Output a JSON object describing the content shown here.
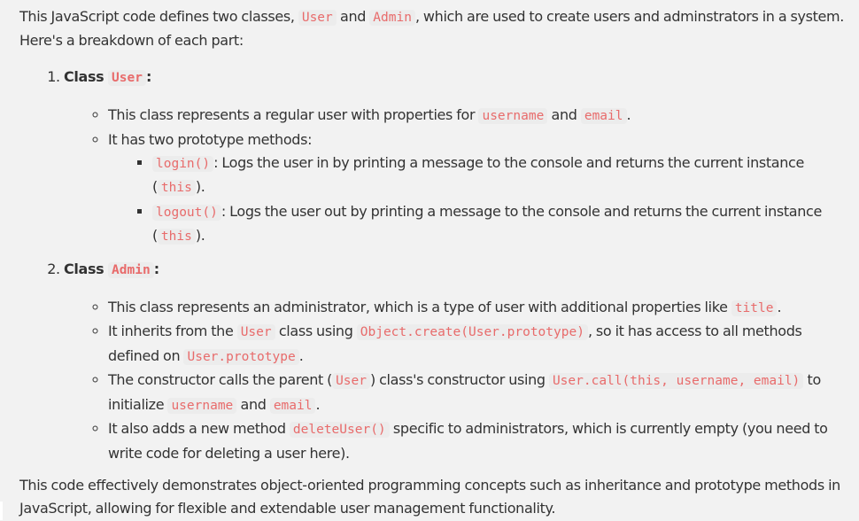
{
  "intro": {
    "t1": "This JavaScript code defines two classes, ",
    "c1": "User",
    "t2": " and ",
    "c2": "Admin",
    "t3": ", which are used to create users and adminstrators in a system. Here's a breakdown of each part:"
  },
  "sections": [
    {
      "number": "1.",
      "label": "Class ",
      "code": "User",
      "suffix": ":",
      "points": [
        {
          "t1": "This class represents a regular user with properties for ",
          "c1": "username",
          "t2": " and ",
          "c2": "email",
          "t3": "."
        },
        {
          "t1": "It has two prototype methods:",
          "methods": [
            {
              "code": "login()",
              "t1": ": Logs the user in by printing a message to the console and returns the current instance (",
              "c2": "this",
              "t2": ")."
            },
            {
              "code": "logout()",
              "t1": ": Logs the user out by printing a message to the console and returns the current instance (",
              "c2": "this",
              "t2": ")."
            }
          ]
        }
      ]
    },
    {
      "number": "2.",
      "label": "Class ",
      "code": "Admin",
      "suffix": ":",
      "points": [
        {
          "t1": "This class represents an administrator, which is a type of user with additional properties like ",
          "c1": "title",
          "t2": "."
        },
        {
          "t1": "It inherits from the ",
          "c1": "User",
          "t2": " class using ",
          "c2": "Object.create(User.prototype)",
          "t3": ", so it has access to all methods defined on ",
          "c3": "User.prototype",
          "t4": "."
        },
        {
          "t1": "The constructor calls the parent (",
          "c1": "User",
          "t2": ") class's constructor using ",
          "c2": "User.call(this, username, email)",
          "t3": " to initialize ",
          "c3": "username",
          "t4": " and ",
          "c4": "email",
          "t5": "."
        },
        {
          "t1": "It also adds a new method ",
          "c1": "deleteUser()",
          "t2": " specific to administrators, which is currently empty (you need to write code for deleting a user here)."
        }
      ]
    }
  ],
  "outro": "This code effectively demonstrates object-oriented programming concepts such as inheritance and prototype methods in JavaScript, allowing for flexible and extendable user management functionality.",
  "colors": {
    "background": "#f2f2f2",
    "text": "#333333",
    "inline_code": "#e86b6b",
    "inline_code_bg": "#ececec"
  }
}
